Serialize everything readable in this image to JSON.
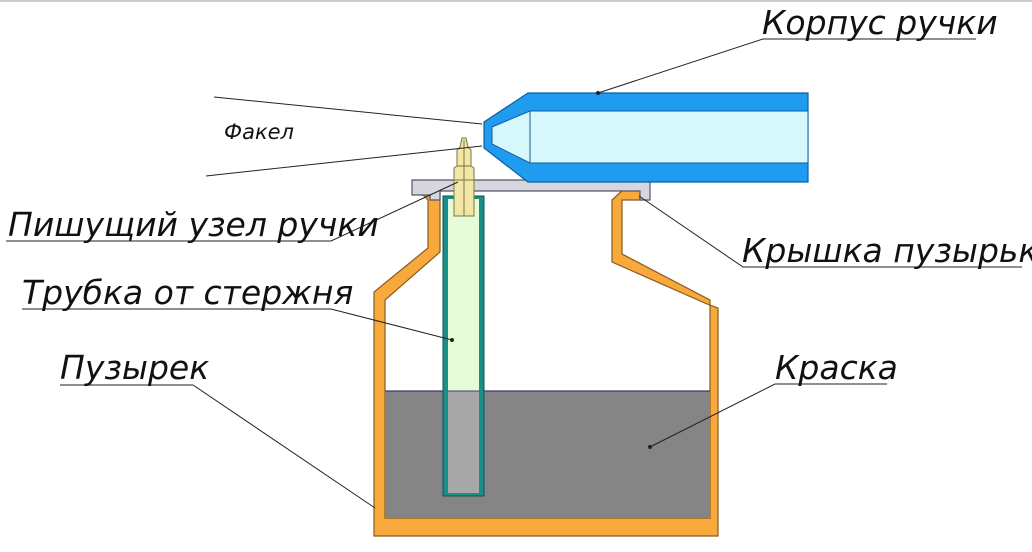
{
  "labels": {
    "handle_body": "Корпус ручки",
    "flare": "Факел",
    "writing_unit": "Пишущий узел ручки",
    "bottle_cap": "Крышка пузырька",
    "refill_tube": "Трубка от стержня",
    "bottle": "Пузырек",
    "paint": "Краска"
  },
  "colors": {
    "handle_outer": "#1f9cf0",
    "handle_inner": "#d6f8fb",
    "bottle_wall": "#f7a93c",
    "bottle_outline": "#8a5a20",
    "paint": "#858585",
    "cap": "#d6d6df",
    "tube_wall": "#1a8f8a",
    "tube_fill": "#e6fbd8",
    "nib": "#f3e7a6",
    "leader": "#222222"
  }
}
